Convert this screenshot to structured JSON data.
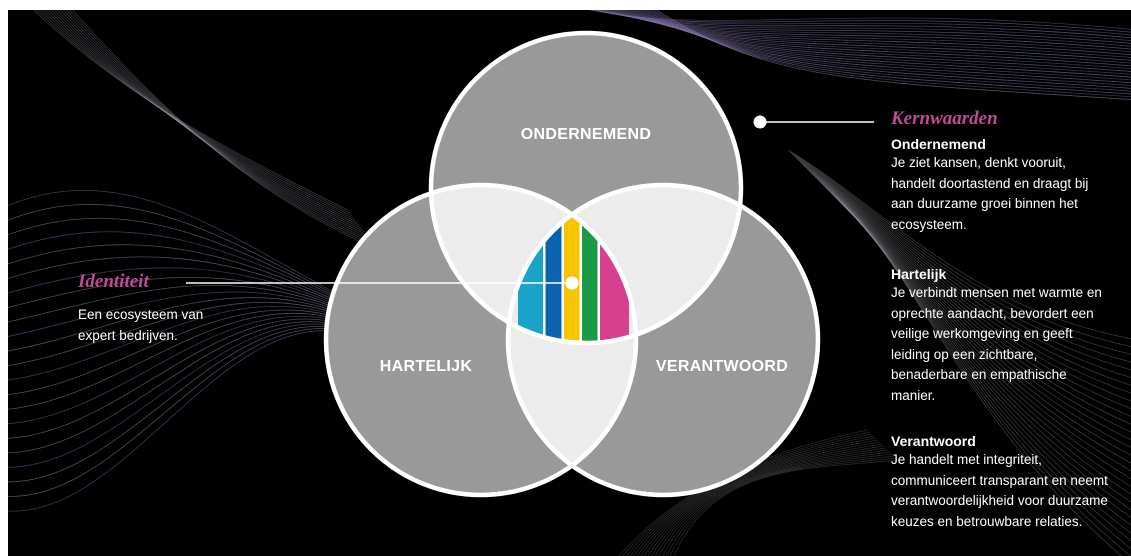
{
  "circles": {
    "top": "ONDERNEMEND",
    "left": "HARTELIJK",
    "right": "VERANTWOORD"
  },
  "identity": {
    "title": "Identiteit",
    "text": "Een ecosysteem van expert bedrijven."
  },
  "core_values": {
    "title": "Kernwaarden",
    "items": [
      {
        "name": "Ondernemend",
        "text": "Je ziet kansen, denkt vooruit, handelt doortastend en draagt bij aan duurzame groei binnen het ecosysteem."
      },
      {
        "name": "Hartelijk",
        "text": "Je verbindt mensen met warmte en oprechte aandacht, bevordert een veilige werkomgeving en geeft leiding op een zichtbare, benaderbare en empathische manier."
      },
      {
        "name": "Verantwoord",
        "text": "Je handelt met integriteit, communiceert transparant en neemt verantwoordelijkheid voor duurzame keuzes en betrouwbare relaties."
      }
    ]
  },
  "colors": {
    "background": "#000000",
    "circle_fill": "#999999",
    "overlap_fill": "#ececec",
    "outline": "#ffffff",
    "accent": "#c04a97",
    "stripes": [
      "#1aa3c8",
      "#0b63b0",
      "#f7c400",
      "#1a9a48",
      "#d8408d"
    ]
  }
}
